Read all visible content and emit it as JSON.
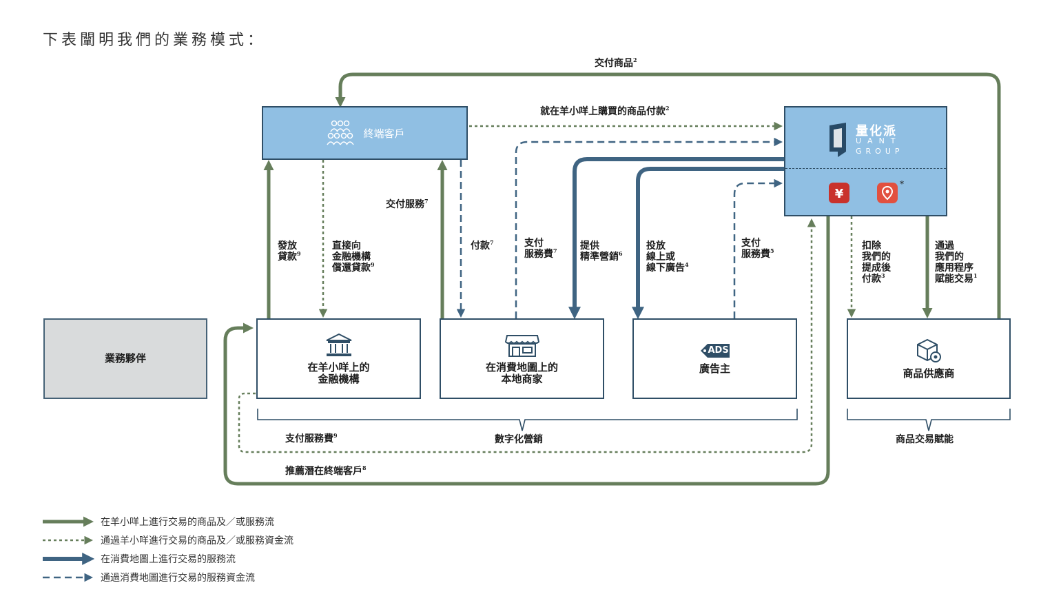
{
  "heading": "下表闡明我們的業務模式：",
  "nodes": {
    "end_customer": "終端客戶",
    "quant_group": {
      "cn": "量化派",
      "en_line1": "UANT",
      "en_line2": "GROUP"
    },
    "business_partners": "業務夥伴",
    "financial_institutions": "在羊小咩上的\n金融機構",
    "local_merchants": "在消費地圖上的\n本地商家",
    "advertisers": "廣告主",
    "ads_badge": "ADS",
    "suppliers": "商品供應商"
  },
  "flows": {
    "deliver_goods": {
      "text": "交付商品",
      "note": "2"
    },
    "pay_goods": {
      "text": "就在羊小咩上購買的商品付款",
      "note": "2"
    },
    "loan": {
      "text": "發放\n貸款",
      "note": "9"
    },
    "repay": {
      "text": "直接向\n金融機構\n償還貸款",
      "note": "9"
    },
    "deliver_service": {
      "text": "交付服務",
      "note": "7"
    },
    "payment": {
      "text": "付款",
      "note": "7"
    },
    "pay_service_fee_merchant": {
      "text": "支付\n服務費",
      "note": "7"
    },
    "precision_marketing": {
      "text": "提供\n精準營銷",
      "note": "6"
    },
    "ads_online_offline": {
      "text": "投放\n線上或\n線下廣告",
      "note": "4"
    },
    "pay_service_fee_adv": {
      "text": "支付\n服務費",
      "note": "5"
    },
    "deduct_commission": {
      "text": "扣除\n我們的\n提成後\n付款",
      "note": "3"
    },
    "app_empower": {
      "text": "通過\n我們的\n應用程序\n賦能交易",
      "note": "1"
    },
    "pay_service_fee_fi": {
      "text": "支付服務費",
      "note": "9"
    },
    "recommend_customers": {
      "text": "推薦潛在終端客戶",
      "note": "8"
    }
  },
  "groups": {
    "digital_marketing": "數字化營銷",
    "trade_empower": "商品交易賦能"
  },
  "asterisk": "*",
  "legend": [
    {
      "style": "solid-green",
      "text": "在羊小咩上進行交易的商品及／或服務流"
    },
    {
      "style": "dotted-green",
      "text": "通過羊小咩進行交易的商品及／或服務資金流"
    },
    {
      "style": "solid-blue",
      "text": "在消費地圖上進行交易的服務流"
    },
    {
      "style": "dashed-blue",
      "text": "通過消費地圖進行交易的服務資金流"
    }
  ],
  "colors": {
    "green": "#667e5b",
    "blue": "#3f6482",
    "box_blue": "#90bfe3",
    "box_border": "#2f4e66",
    "gray": "#d9dbdc"
  }
}
